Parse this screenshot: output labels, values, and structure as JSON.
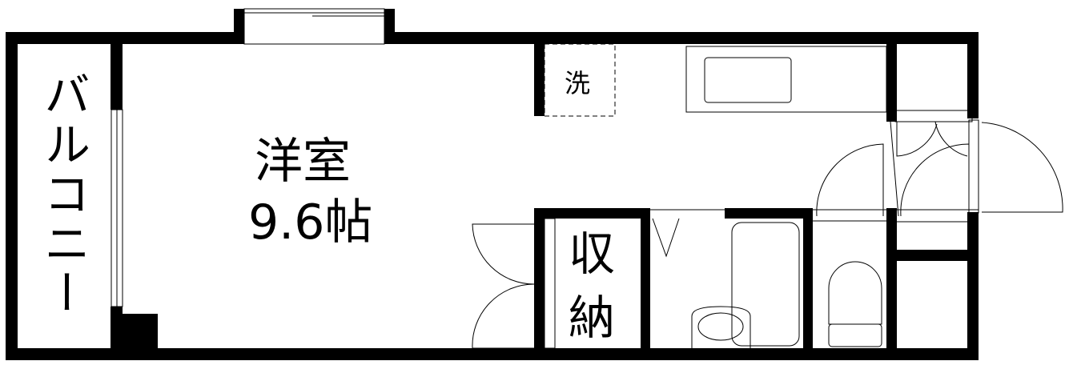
{
  "floorplan": {
    "balcony": "バルコニー",
    "western_room": {
      "name": "洋室",
      "size": "9.6帖"
    },
    "storage": [
      "収",
      "納"
    ],
    "washer": "洗"
  },
  "colors": {
    "wall": "#000000",
    "background": "#ffffff"
  }
}
